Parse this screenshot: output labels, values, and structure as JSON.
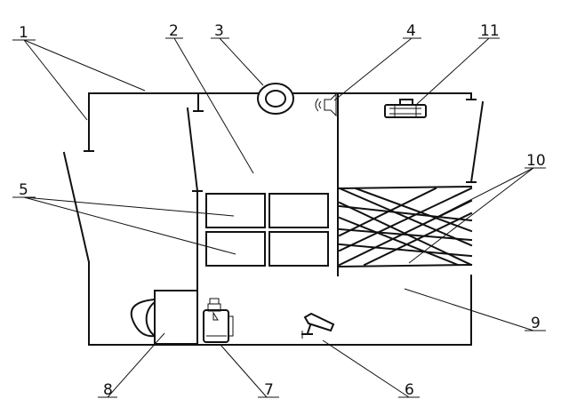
{
  "labels": [
    {
      "id": "1",
      "text": "1"
    },
    {
      "id": "2",
      "text": "2"
    },
    {
      "id": "3",
      "text": "3"
    },
    {
      "id": "4",
      "text": "4"
    },
    {
      "id": "5",
      "text": "5"
    },
    {
      "id": "6",
      "text": "6"
    },
    {
      "id": "7",
      "text": "7"
    },
    {
      "id": "8",
      "text": "8"
    },
    {
      "id": "9",
      "text": "9"
    },
    {
      "id": "10",
      "text": "10"
    },
    {
      "id": "11",
      "text": "11"
    }
  ],
  "icons": {
    "ceiling_light": "ceiling-light-icon",
    "speaker": "speaker-icon",
    "air_conditioner": "air-conditioner-icon",
    "camera": "camera-icon",
    "machine": "machine-icon",
    "dome": "dome-icon"
  }
}
